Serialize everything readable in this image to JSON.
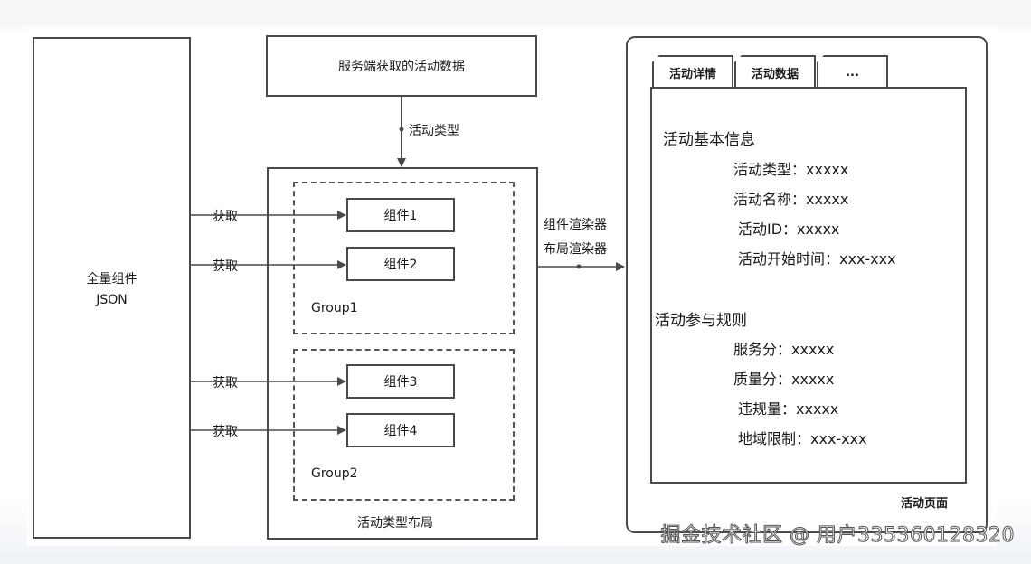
{
  "left_box": {
    "line1": "全量组件",
    "line2": "JSON"
  },
  "server_box": {
    "label": "服务端获取的活动数据"
  },
  "arrow_label_type": "活动类型",
  "fetch_label": "获取",
  "components": [
    "组件1",
    "组件2",
    "组件3",
    "组件4"
  ],
  "groups": [
    "Group1",
    "Group2"
  ],
  "layout_box_label": "活动类型布局",
  "renderer_labels": {
    "line1": "组件渲染器",
    "line2": "布局渲染器"
  },
  "page": {
    "tabs": [
      "活动详情",
      "活动数据",
      "..."
    ],
    "section1": {
      "title": "活动基本信息",
      "fields": [
        "活动类型：xxxxx",
        "活动名称：xxxxx",
        "活动ID：xxxxx",
        "活动开始时间：xxx-xxx"
      ]
    },
    "section2": {
      "title": "活动参与规则",
      "fields": [
        "服务分：xxxxx",
        "质量分：xxxxx",
        "违规量：xxxxx",
        "地域限制：xxx-xxx"
      ]
    },
    "footer_label": "活动页面"
  },
  "watermark": "掘金技术社区 @ 用户335360128320"
}
